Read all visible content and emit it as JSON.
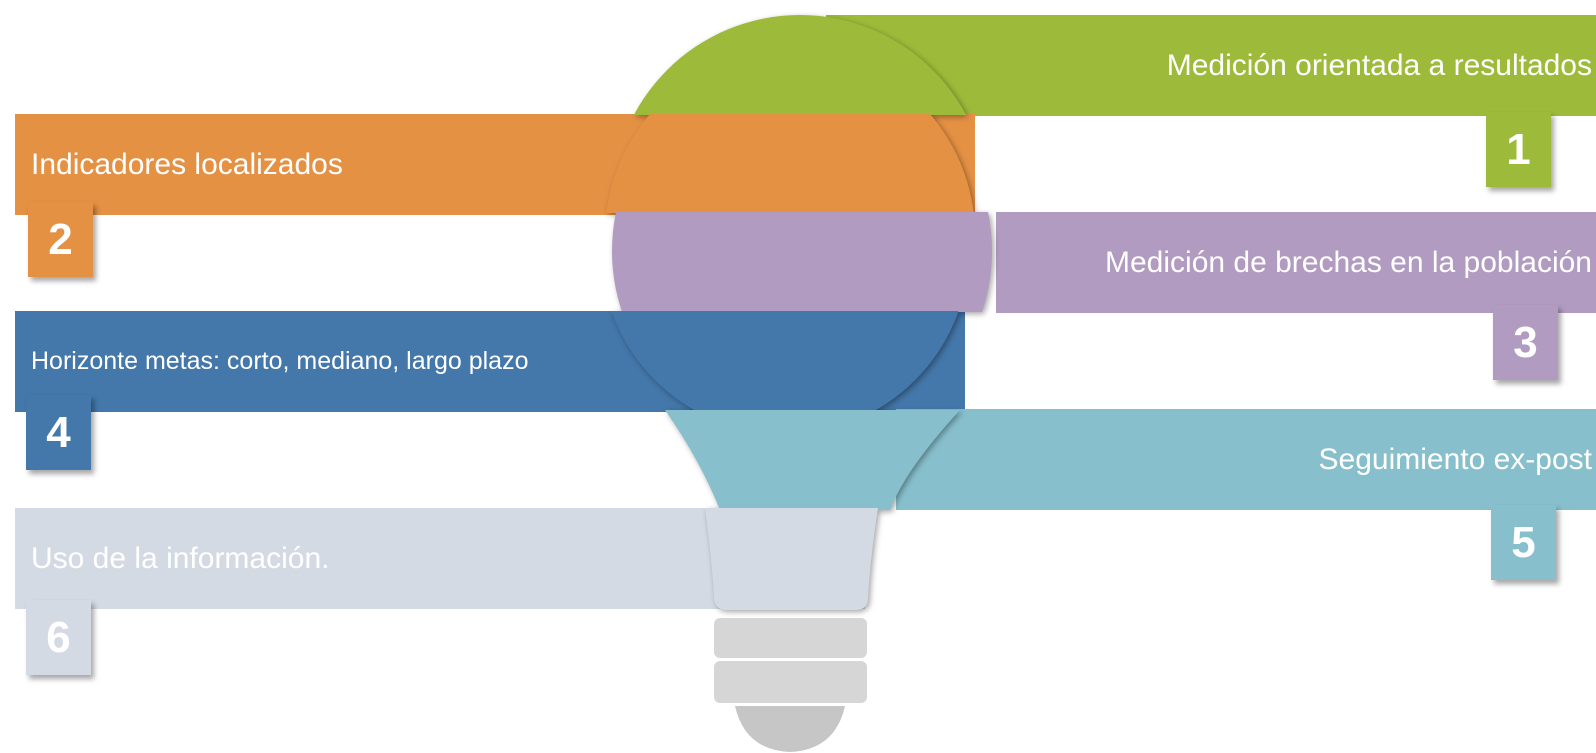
{
  "colors": {
    "green": "#9dba3a",
    "orange": "#e59144",
    "purple": "#b29bc0",
    "blue": "#4477aa",
    "teal": "#87bfcc",
    "gray_light": "#d4dae4",
    "base_gray": "#d6d6d6",
    "tip_gray": "#c6c6c6"
  },
  "items": [
    {
      "number": "1",
      "label": "Medición orientada a resultados",
      "color": "green"
    },
    {
      "number": "2",
      "label": "Indicadores localizados",
      "color": "orange"
    },
    {
      "number": "3",
      "label": "Medición de brechas en la población",
      "color": "purple"
    },
    {
      "number": "4",
      "label": "Horizonte metas: corto, mediano, largo plazo",
      "color": "blue"
    },
    {
      "number": "5",
      "label": "Seguimiento ex-post",
      "color": "teal"
    },
    {
      "number": "6",
      "label": "Uso de la información.",
      "color": "gray_light"
    }
  ]
}
